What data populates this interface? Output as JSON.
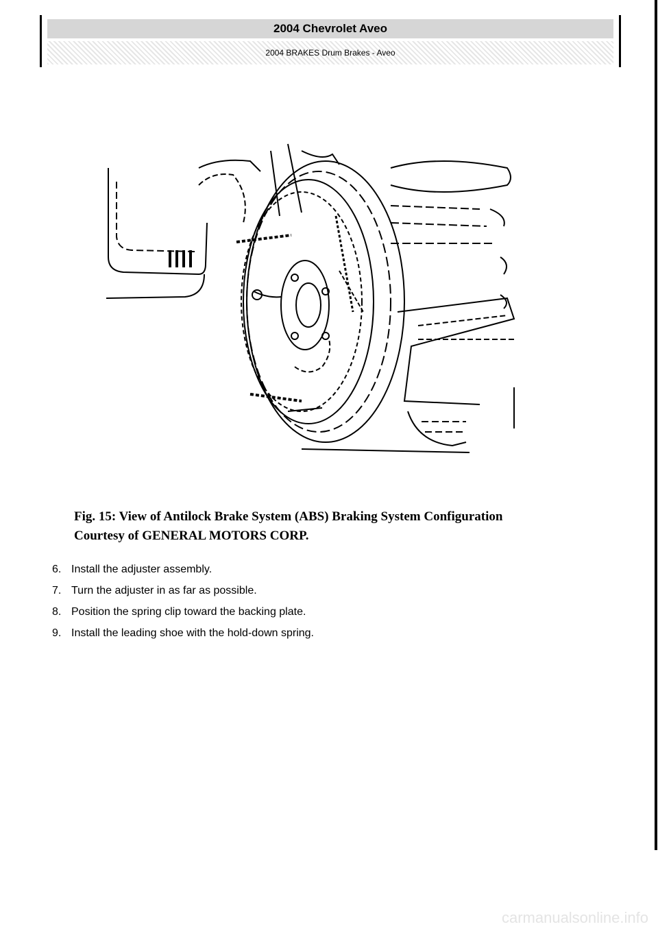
{
  "header": {
    "title": "2004 Chevrolet Aveo",
    "subtitle": "2004 BRAKES Drum Brakes - Aveo"
  },
  "figure": {
    "caption_line1": "Fig. 15: View of Antilock Brake System (ABS) Braking System Configuration",
    "caption_line2": "Courtesy of GENERAL MOTORS CORP."
  },
  "steps": [
    {
      "num": "6.",
      "text": "Install the adjuster assembly."
    },
    {
      "num": "7.",
      "text": "Turn the adjuster in as far as possible."
    },
    {
      "num": "8.",
      "text": "Position the spring clip toward the backing plate."
    },
    {
      "num": "9.",
      "text": "Install the leading shoe with the hold-down spring."
    }
  ],
  "footer": {
    "watermark": "carmanualsonline.info"
  }
}
